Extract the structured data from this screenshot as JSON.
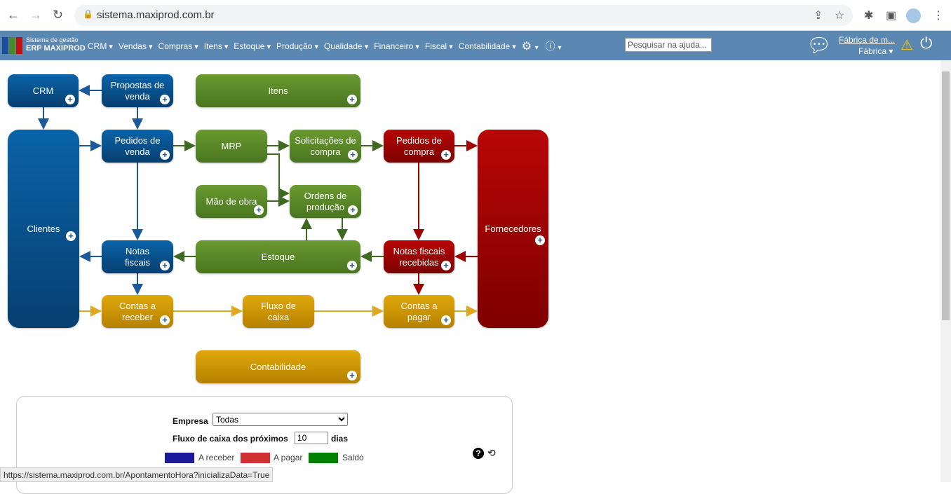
{
  "browser": {
    "url": "sistema.maxiprod.com.br"
  },
  "nav": {
    "brand_small": "Sistema de gestão",
    "brand": "ERP MAXIPROD",
    "menu": [
      "CRM",
      "Vendas",
      "Compras",
      "Itens",
      "Estoque",
      "Produção",
      "Qualidade",
      "Financeiro",
      "Fiscal",
      "Contabilidade"
    ],
    "search_placeholder": "Pesquisar na ajuda...",
    "company": "Fábrica de m...",
    "company_sub": "Fábrica"
  },
  "diagram": {
    "crm": "CRM",
    "propostas": "Propostas de venda",
    "itens": "Itens",
    "clientes": "Clientes",
    "pedidos_venda": "Pedidos de venda",
    "mrp": "MRP",
    "solicitacoes": "Solicitações de compra",
    "pedidos_compra": "Pedidos de compra",
    "fornecedores": "Fornecedores",
    "mao_obra": "Mão de obra",
    "ordens": "Ordens de produção",
    "notas": "Notas fiscais",
    "estoque": "Estoque",
    "nf_recebidas": "Notas fiscais recebidas",
    "contas_receber": "Contas a receber",
    "fluxo": "Fluxo de caixa",
    "contas_pagar": "Contas a pagar",
    "contabilidade": "Contabilidade"
  },
  "panel": {
    "empresa_label": "Empresa",
    "empresa_value": "Todas",
    "fluxo_label": "Fluxo de caixa dos próximos",
    "dias_value": "10",
    "dias_label": "dias",
    "help": "?",
    "legend": [
      {
        "label": "A receber",
        "color": "#1a1a9a"
      },
      {
        "label": "A pagar",
        "color": "#d03030"
      },
      {
        "label": "Saldo",
        "color": "#008000"
      }
    ]
  },
  "status_url": "https://sistema.maxiprod.com.br/ApontamentoHora?inicializaData=True"
}
